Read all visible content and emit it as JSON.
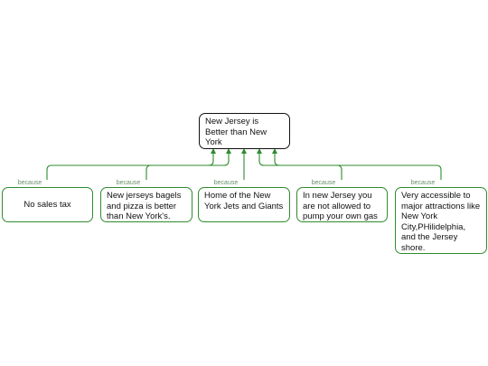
{
  "root": {
    "text": "New Jersey is Better than New York"
  },
  "connector_label": "because",
  "children": [
    {
      "text": "No sales tax"
    },
    {
      "text": "New jerseys bagels and pizza is better than New York's."
    },
    {
      "text": "Home of the New York Jets and Giants"
    },
    {
      "text": "In new Jersey you are not allowed to pump your own gas"
    },
    {
      "text": "Very accessible to major attractions like New York City,PHilidelphia, and the Jersey shore."
    }
  ],
  "colors": {
    "connector": "#2e8b2e",
    "root_border": "#111111",
    "label": "#6a8f6a"
  }
}
